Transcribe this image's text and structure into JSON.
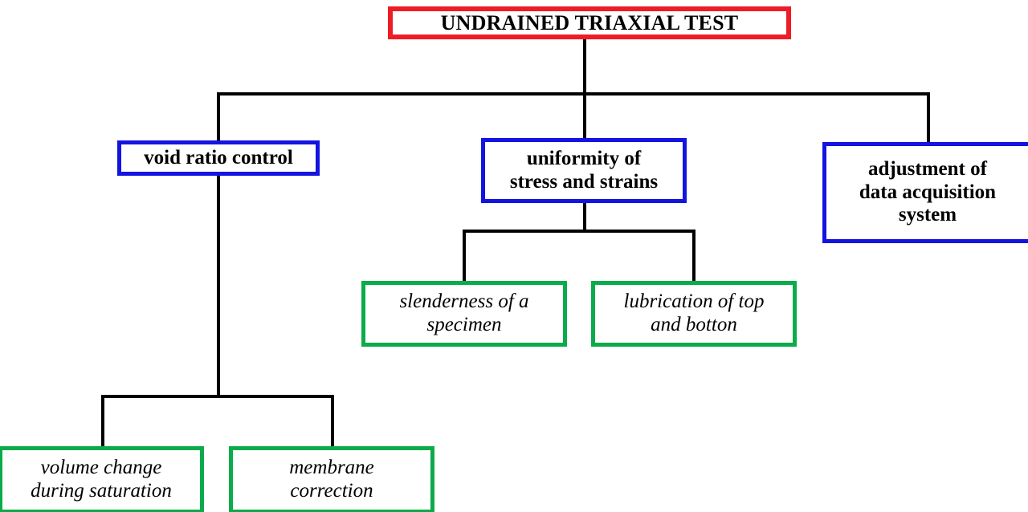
{
  "diagram": {
    "type": "tree-hierarchy",
    "title": "UNDRAINED TRIAXIAL TEST",
    "colors": {
      "root_border": "#ee1c25",
      "level1_border": "#1414e0",
      "leaf_border": "#0bab4b",
      "connector": "#000000",
      "background": "#ffffff",
      "text": "#000000"
    },
    "nodes": {
      "root": {
        "label": "UNDRAINED TRIAXIAL TEST",
        "style": "red-bold"
      },
      "void_ratio_control": {
        "label": "void ratio control",
        "style": "blue-bold"
      },
      "uniformity": {
        "label": "uniformity of\nstress and strains",
        "style": "blue-bold"
      },
      "adjustment": {
        "label": "adjustment of\ndata acquisition\nsystem",
        "style": "blue-bold"
      },
      "slenderness": {
        "label": "slenderness of a\nspecimen",
        "style": "green-italic"
      },
      "lubrication": {
        "label": "lubrication of top\nand botton",
        "style": "green-italic"
      },
      "volume_change": {
        "label": "volume change\nduring saturation",
        "style": "green-italic"
      },
      "membrane_correction": {
        "label": "membrane\ncorrection",
        "style": "green-italic"
      }
    },
    "edges": [
      {
        "from": "root",
        "to": "void_ratio_control"
      },
      {
        "from": "root",
        "to": "uniformity"
      },
      {
        "from": "root",
        "to": "adjustment"
      },
      {
        "from": "uniformity",
        "to": "slenderness"
      },
      {
        "from": "uniformity",
        "to": "lubrication"
      },
      {
        "from": "void_ratio_control",
        "to": "volume_change"
      },
      {
        "from": "void_ratio_control",
        "to": "membrane_correction"
      }
    ]
  }
}
